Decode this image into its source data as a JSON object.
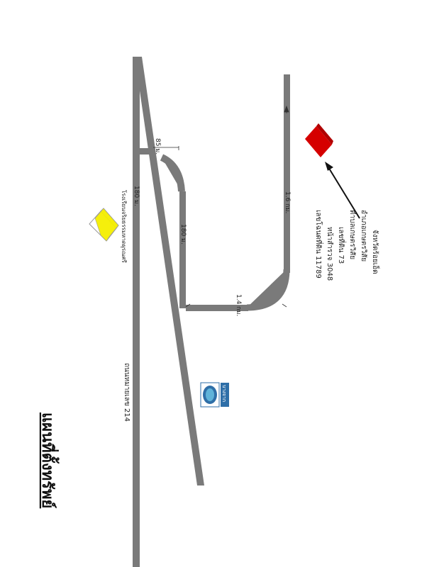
{
  "title": "แผนที่ตั้งทรัพย์",
  "roads": {
    "main_road": "ถนนหมายเลข 214"
  },
  "distances": {
    "d1": "180 ม.",
    "d2": "85 ม.",
    "d3": "180 ม.",
    "d4": "1.4 กม.",
    "d5": "1.6 กม."
  },
  "landmarks": {
    "school": "โรงเรียนจริยธรรมหาดผุรณศรี",
    "gas_station": "บางจาก"
  },
  "property": {
    "lines": [
      "เลขโฉนดที่ดิน 11789",
      "หน้าสำรวจ 3048",
      "เลขที่ดิน 73",
      "ตำบลเกษตรวิสัย",
      "อำเภอเกษตรวิสัย",
      "จังหวัดร้อยเอ็ด"
    ]
  },
  "colors": {
    "road": "#7a7a7a",
    "property_marker": "#d50000",
    "school_marker": "#f5ef00",
    "gas_station": "#2f6fa8"
  }
}
